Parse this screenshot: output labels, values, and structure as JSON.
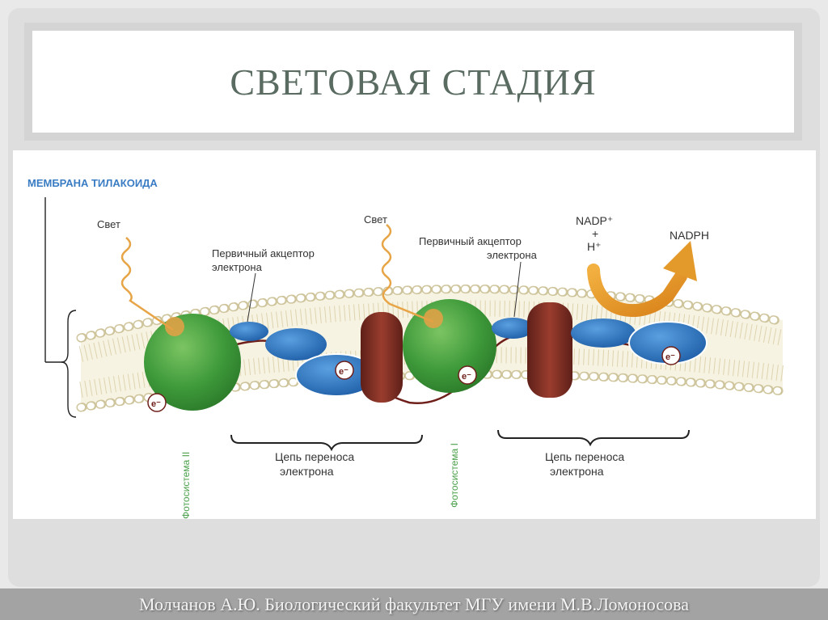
{
  "slide": {
    "title": "СВЕТОВАЯ СТАДИЯ",
    "footer": "Молчанов А.Ю. Биологический факультет МГУ имени М.В.Ломоносова"
  },
  "diagram": {
    "membrane_label": "МЕМБРАНА ТИЛАКОИДА",
    "light_label_1": "Свет",
    "light_label_2": "Свет",
    "acceptor_label_1_line1": "Первичный акцептор",
    "acceptor_label_1_line2": "электрона",
    "acceptor_label_2_line1": "Первичный акцептор",
    "acceptor_label_2_line2": "электрона",
    "nadp_line1": "NADP⁺",
    "nadp_line2": "+",
    "nadp_line3": "H⁺",
    "nadph_label": "NADPH",
    "electron_symbol": "e⁻",
    "photosystem_2_label": "Фотосистема II",
    "photosystem_1_label": "Фотосистема I",
    "chain_label_1_line1": "Цепь переноса",
    "chain_label_1_line2": "электрона",
    "chain_label_2_line1": "Цепь переноса",
    "chain_label_2_line2": "электрона"
  },
  "colors": {
    "title_text": "#5a6b62",
    "membrane_label": "#3a7cc4",
    "photosystem_green": "#3e9a3a",
    "photosystem_label_green": "#4aa04a",
    "carrier_blue": "#2a72c0",
    "cytochrome_brown": "#7a2d22",
    "nadph_arrow_orange": "#e49a2a",
    "electron_path": "#6e1f1a",
    "footer_bg": "#a3a3a3"
  }
}
